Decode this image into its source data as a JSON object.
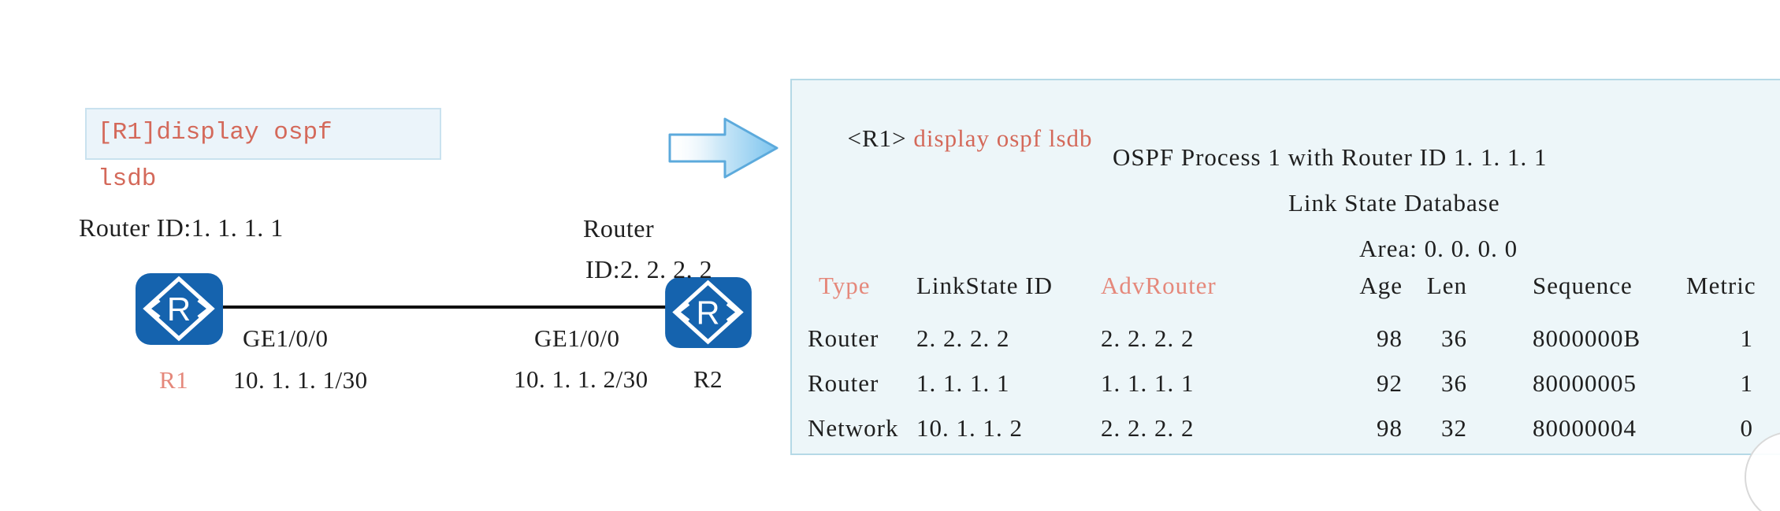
{
  "colors": {
    "router_blue": "#1563ae",
    "command_red": "#d4695a",
    "header_salmon": "#e5887b",
    "panel_bg": "#edf6f9",
    "panel_border": "#b5d9e6",
    "annotation_box_bg": "#ebf4fa",
    "annotation_box_border": "#c9e2ef",
    "arrow_fill": "#7cc4ee",
    "arrow_stroke": "#5caadc",
    "link_line": "#101010"
  },
  "diagram": {
    "command_box": {
      "line1": "[R1]display ospf",
      "line2": "lsdb"
    },
    "r1": {
      "router_id_label": "Router ID:1. 1. 1. 1",
      "name": "R1",
      "interface": "GE1/0/0",
      "ip": "10. 1. 1. 1/30",
      "icon_letter": "R"
    },
    "r2": {
      "router_id_line1": "Router",
      "router_id_line2": "ID:2. 2. 2. 2",
      "name": "R2",
      "interface": "GE1/0/0",
      "ip": "10. 1. 1. 2/30",
      "icon_letter": "R"
    }
  },
  "terminal": {
    "prompt": "<R1>",
    "command": "display ospf lsdb",
    "heading1": "OSPF Process 1 with Router ID 1. 1. 1. 1",
    "heading2": "Link State Database",
    "heading3": "Area: 0. 0. 0. 0",
    "table": {
      "headers": [
        "Type",
        "LinkState ID",
        "AdvRouter",
        "Age",
        "Len",
        "Sequence",
        "Metric"
      ],
      "rows": [
        [
          "Router",
          "2. 2. 2. 2",
          "2. 2. 2. 2",
          "98",
          "36",
          "8000000B",
          "1"
        ],
        [
          "Router",
          "1. 1. 1. 1",
          "1. 1. 1. 1",
          "92",
          "36",
          "80000005",
          "1"
        ],
        [
          "Network",
          "10. 1. 1. 2",
          "2. 2. 2. 2",
          "98",
          "32",
          "80000004",
          "0"
        ]
      ]
    }
  }
}
